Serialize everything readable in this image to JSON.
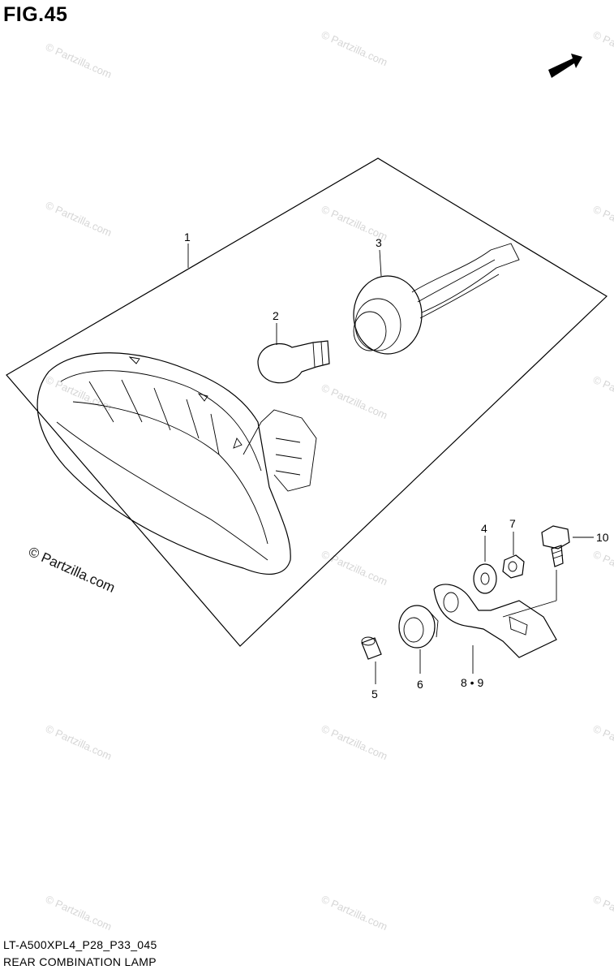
{
  "figure_label": "FIG.45",
  "fwd_label": "FWD",
  "watermark_text": "© Partzilla.com",
  "copyright_text": "© Partzilla.com",
  "model_code": "LT-A500XPL4_P28_P33_045",
  "diagram_title": "REAR COMBINATION LAMP",
  "parts": [
    {
      "ref": "1"
    },
    {
      "ref": "2"
    },
    {
      "ref": "3"
    },
    {
      "ref": "4"
    },
    {
      "ref": "5"
    },
    {
      "ref": "6"
    },
    {
      "ref": "7"
    },
    {
      "ref": "8 • 9"
    },
    {
      "ref": "10"
    }
  ],
  "colors": {
    "line": "#000000",
    "watermark": "#d6d6d6",
    "background": "#ffffff"
  }
}
